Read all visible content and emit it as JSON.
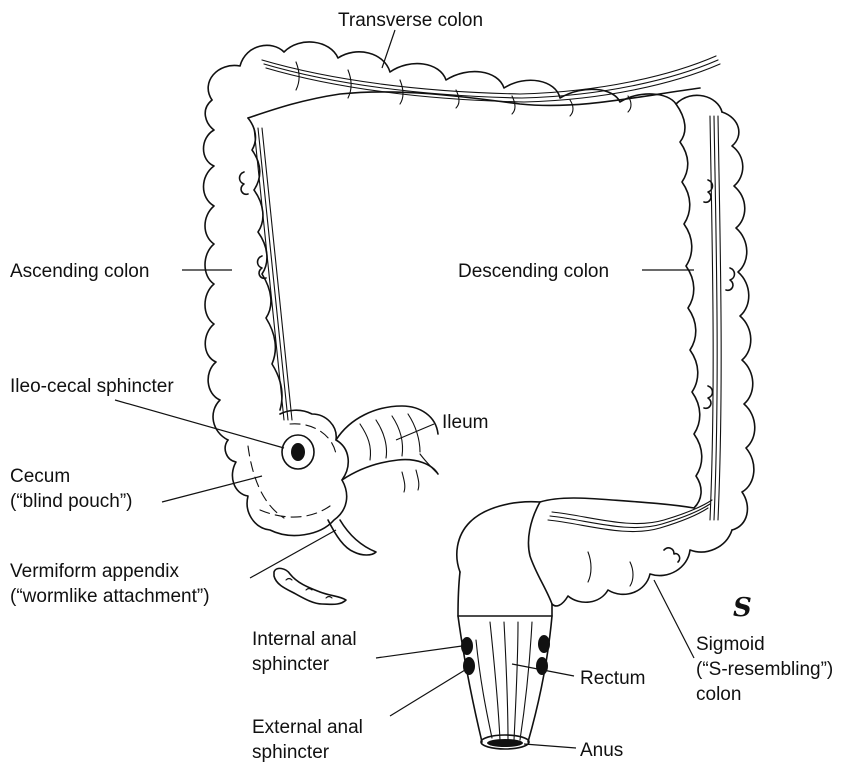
{
  "labels": {
    "transverse_colon": "Transverse colon",
    "ascending_colon": "Ascending colon",
    "descending_colon": "Descending colon",
    "ileo_cecal_sphincter": "Ileo-cecal sphincter",
    "ileum": "Ileum",
    "cecum_line1": "Cecum",
    "cecum_line2": "(“blind pouch”)",
    "appendix_line1": "Vermiform appendix",
    "appendix_line2": "(“wormlike attachment”)",
    "internal_anal_line1": "Internal anal",
    "internal_anal_line2": "sphincter",
    "external_anal_line1": "External anal",
    "external_anal_line2": "sphincter",
    "rectum": "Rectum",
    "anus": "Anus",
    "sigmoid_symbol": "S",
    "sigmoid_line1": "Sigmoid",
    "sigmoid_line2": "(“S-resembling”)",
    "sigmoid_line3": "colon"
  }
}
